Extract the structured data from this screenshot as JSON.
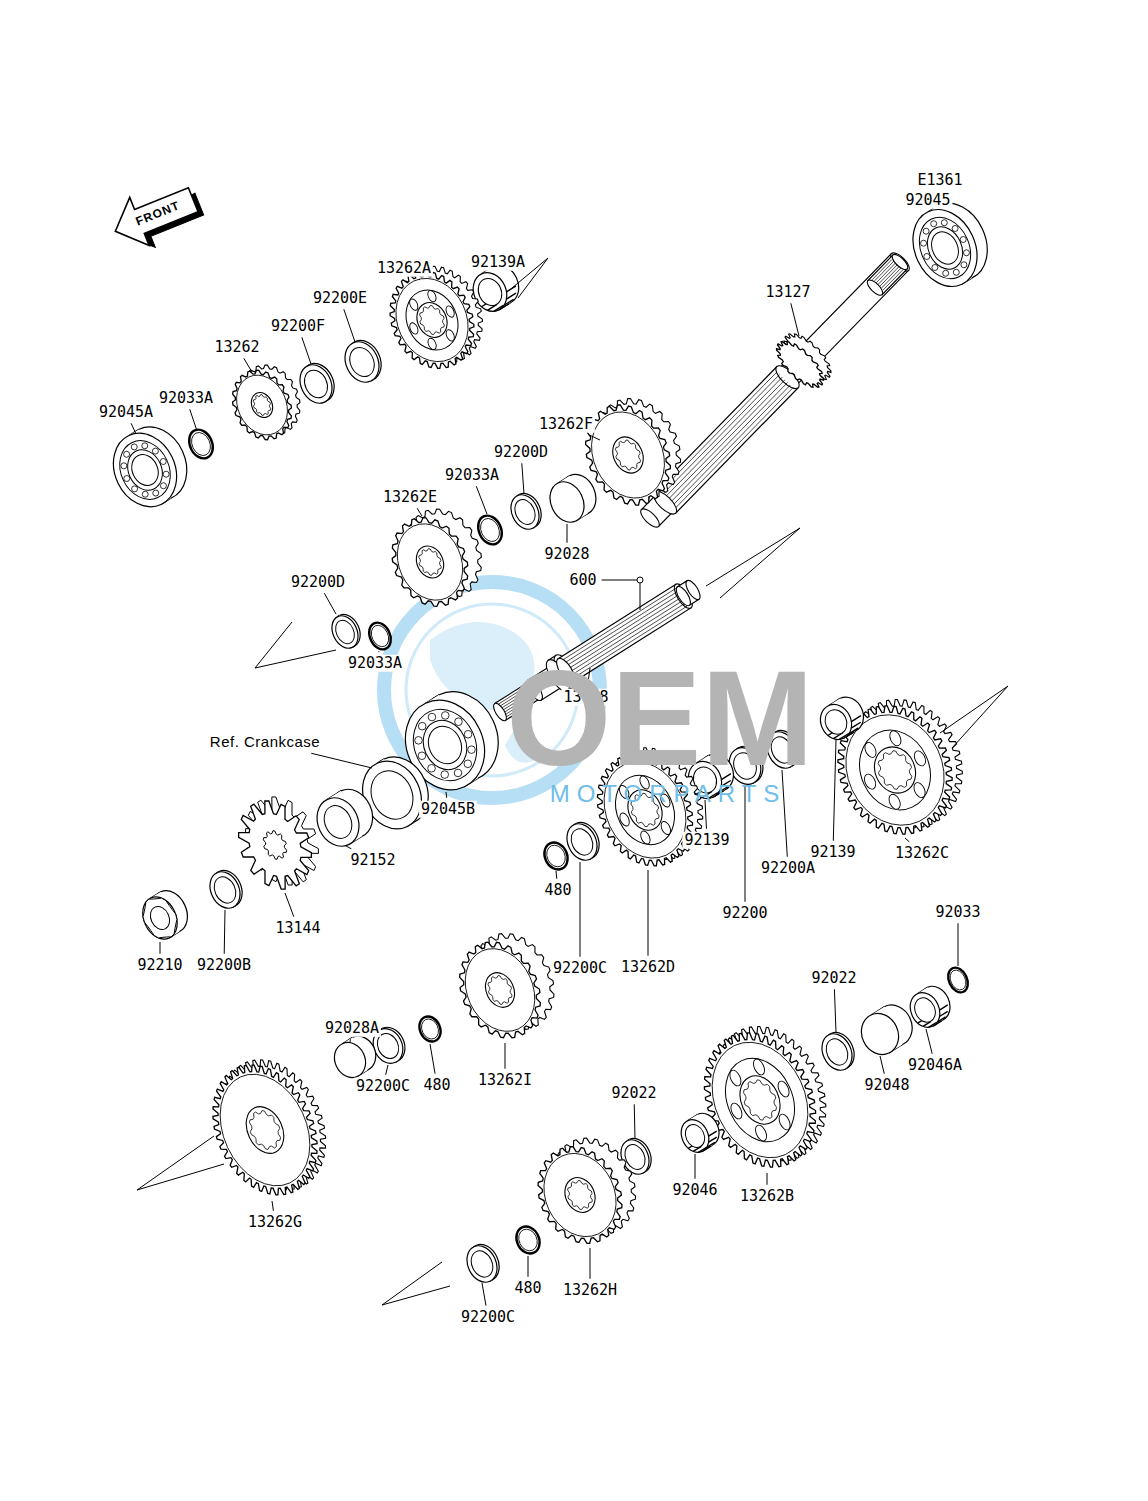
{
  "diagram": {
    "labels": [
      "E1361",
      "92045",
      "FRONT",
      "13262A",
      "92139A",
      "92200E",
      "13127",
      "92200F",
      "13262",
      "92033A",
      "92045A",
      "13262F",
      "92200D",
      "92033A",
      "13262E",
      "92028",
      "600",
      "92200D",
      "92033A",
      "13128",
      "OEM",
      "Ref. Crankcase",
      "MOTORPARTS",
      "92045B",
      "92152",
      "92139",
      "92200A",
      "92139",
      "13262C",
      "480",
      "92200",
      "92033",
      "13144",
      "92210",
      "92200B",
      "92200C",
      "13262D",
      "92022",
      "92028A",
      "13262I",
      "480",
      "92200C",
      "92048",
      "92046A",
      "92022",
      "92046",
      "13262B",
      "13262G",
      "480",
      "13262H",
      "92200C"
    ]
  }
}
